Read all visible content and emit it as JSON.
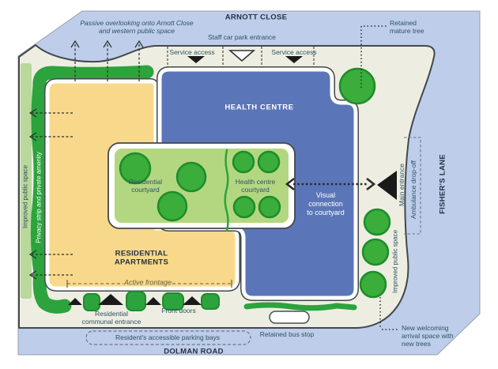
{
  "figure": "site-plan",
  "roads": {
    "top": "ARNOTT CLOSE",
    "bottom": "DOLMAN ROAD",
    "right": "FISHER'S LANE"
  },
  "labels": {
    "arnott_close": "ARNOTT CLOSE",
    "dolman_road": "DOLMAN ROAD",
    "fishers_lane": "FISHER'S LANE",
    "passive_overlooking": "Passive overlooking onto Arnott Close\nand western public space",
    "staff_car_park": "Staff car park entrance",
    "service_access_left": "Service access",
    "service_access_right": "Service access",
    "retained_mature_tree": "Retained\nmature tree",
    "health_centre": "HEALTH CENTRE",
    "residential_apartments": "RESIDENTIAL\nAPARTMENTS",
    "residential_courtyard": "Residential\ncourtyard",
    "health_centre_courtyard": "Health centre\ncourtyard",
    "visual_connection": "Visual\nconnection\nto courtyard",
    "main_entrance": "Main entrance",
    "ambulance_dropoff": "Ambulance drop-off",
    "improved_public_space_left": "Improved public space",
    "privacy_strip": "Privacy strip and private amenity",
    "improved_public_space_right": "Improved public space",
    "active_frontage": "Active frontage",
    "residential_communal_entrance": "Residential\ncommunal entrance",
    "front_doors": "Front doors",
    "retained_bus_stop": "Retained bus stop",
    "new_welcoming": "New welcoming\narrival space with\nnew trees",
    "parking_bays": "Resident's accessible parking bays"
  },
  "icons": {
    "service_access_arrow": "filled-down-triangle",
    "staff_entrance_arrow": "hollow-down-triangle",
    "main_entrance_arrow": "filled-left-triangle",
    "entrance_marker": "filled-up-triangle",
    "overlook_arrow": "dashed-up-arrow",
    "public_space_arrow": "dashed-left-arrow",
    "visual_connection_arrow": "dotted-double-headed-arrow",
    "tree": "green-blob",
    "bus_stop": "white-rounded-rect"
  },
  "colors": {
    "road_blue": "#bdcdea",
    "site_cream": "#edeee1",
    "residential_yellow": "#f8d98c",
    "health_centre_blue": "#5b76b8",
    "courtyard_green": "#b3d780",
    "tree_green": "#3aad3b",
    "tree_outline": "#1e8c2b",
    "strip_light_green": "#b9d89b",
    "strip_dark_green": "#2ca33d",
    "outline_dark": "#43484d",
    "arrow_black": "#1a1a1a",
    "text_dark": "#2e5166",
    "text_navy": "#263244"
  }
}
